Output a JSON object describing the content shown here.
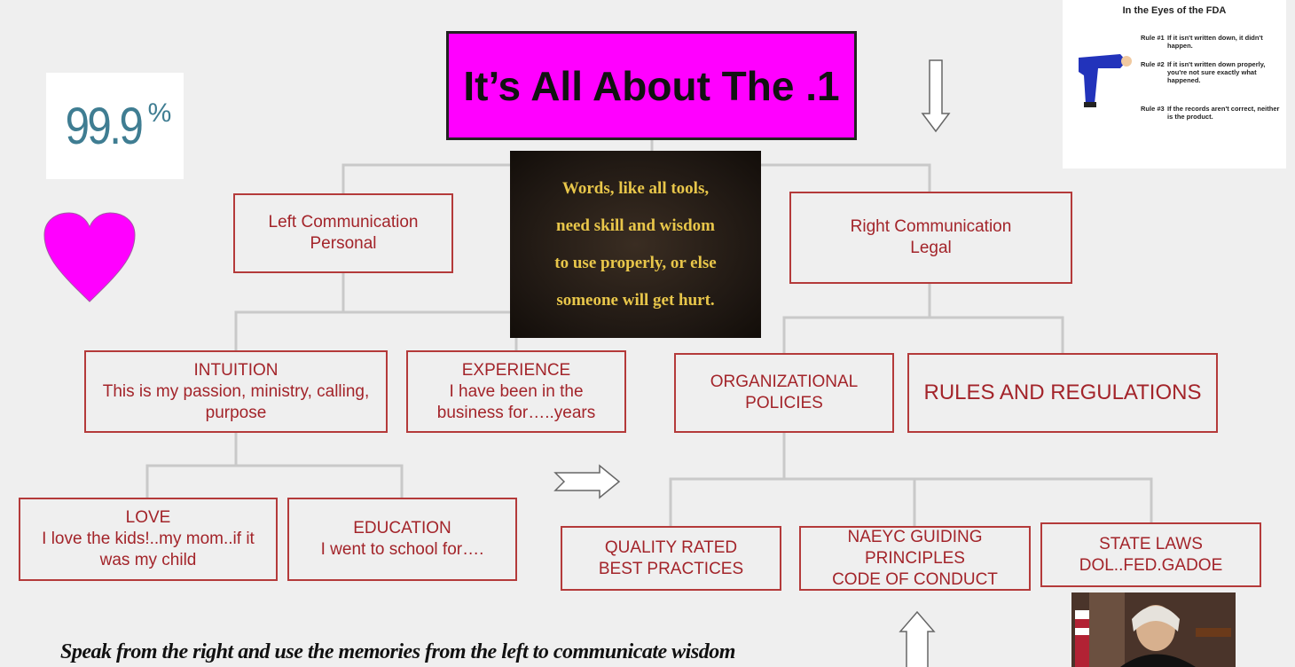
{
  "title": "It’s All About The .1",
  "percent_badge": {
    "number": "99.9",
    "symbol": "%"
  },
  "quote_lines": [
    "Words, like all tools,",
    "need skill and wisdom",
    "to use properly, or else",
    "someone will get hurt."
  ],
  "nodes": {
    "left_comm": [
      "Left Communication",
      "Personal"
    ],
    "right_comm": [
      "Right Communication",
      "Legal"
    ],
    "intuition": [
      "INTUITION",
      "This is my passion, ministry, calling,",
      "purpose"
    ],
    "experience": [
      "EXPERIENCE",
      "I have been in the",
      "business for…..years"
    ],
    "org_policies": [
      "ORGANIZATIONAL",
      "POLICIES"
    ],
    "rules": [
      "RULES AND REGULATIONS"
    ],
    "love": [
      "LOVE",
      "I love the kids!..my mom..if it",
      "was my child"
    ],
    "education": [
      "EDUCATION",
      "I went to school for…."
    ],
    "quality": [
      "QUALITY RATED",
      "BEST PRACTICES"
    ],
    "naeyc": [
      "NAEYC GUIDING",
      "PRINCIPLES",
      "CODE OF CONDUCT"
    ],
    "state_laws": [
      "STATE LAWS",
      "DOL..FED.GADOE"
    ]
  },
  "fda_slide": {
    "title": "In the Eyes of the FDA",
    "rules": [
      {
        "label": "Rule #1",
        "text": "If it isn't written down, it didn't happen."
      },
      {
        "label": "Rule #2",
        "text": "If it isn't written down properly, you're not sure exactly what happened."
      },
      {
        "label": "Rule #3",
        "text": "If the records aren't correct, neither is the product."
      }
    ]
  },
  "bottom_caption": "Speak from the right and use the memories from the left to communicate wisdom",
  "colors": {
    "title_bg": "#ff00ff",
    "heart": "#ff00ff",
    "node_border": "#b43a3a",
    "node_text": "#a3242a",
    "connector": "#c8c8c8"
  }
}
